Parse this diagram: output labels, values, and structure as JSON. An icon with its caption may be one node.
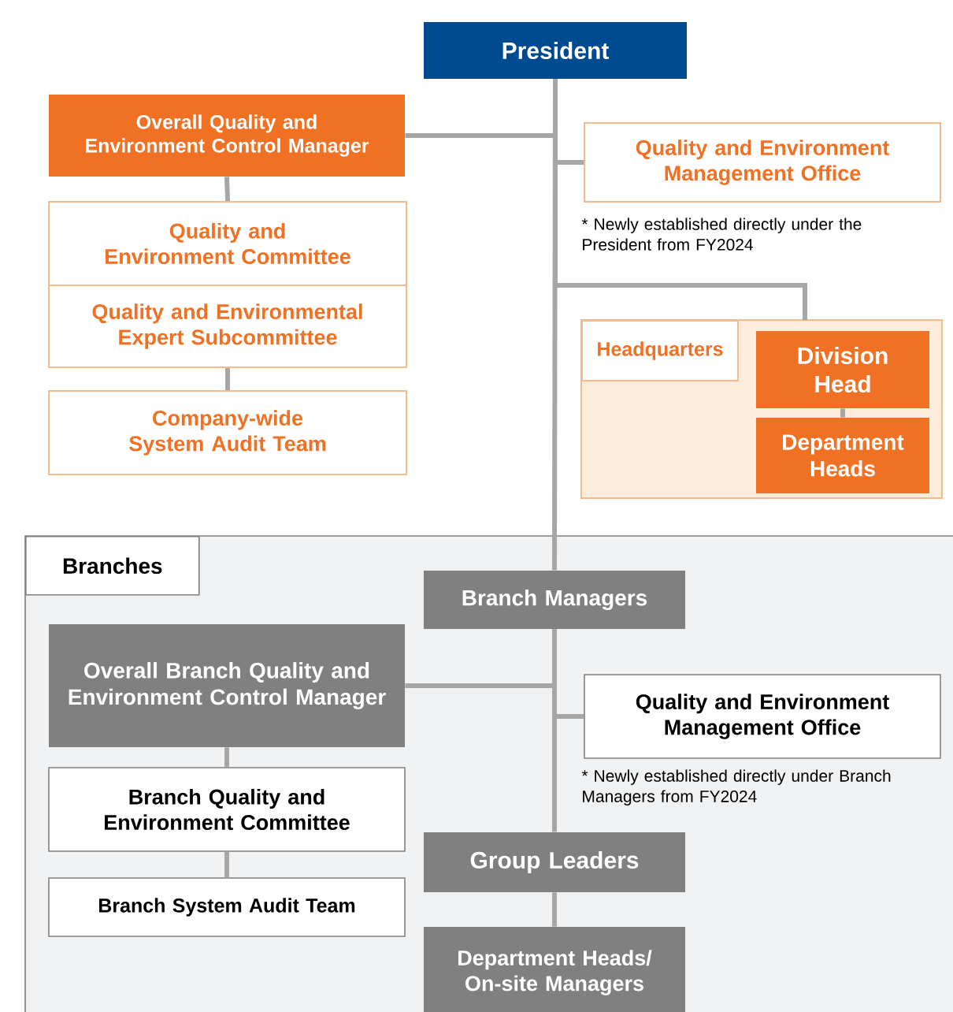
{
  "diagram": {
    "nodes": [
      {
        "text": [
          "President"
        ]
      },
      {
        "text": [
          "Overall Quality and Environment Control Manager"
        ]
      },
      {
        "text": [
          "Quality and Environment Committee"
        ]
      },
      {
        "text": [
          "Quality and Environmental Expert Subcommittee"
        ]
      },
      {
        "text": [
          "Company-wide System Audit Team"
        ]
      },
      {
        "text": [
          "Quality and Environment Management Office"
        ],
        "beside": [
          "* Newly established directly under the President from FY2024"
        ]
      },
      {
        "text": [
          "Headquarters"
        ]
      },
      {
        "text": [
          "Division Head"
        ],
        "in": 6
      },
      {
        "text": [
          "Department Heads"
        ],
        "in": 6
      },
      {
        "text": [
          "Branches"
        ]
      },
      {
        "text": [
          "Branch Managers"
        ],
        "in": 9
      },
      {
        "text": [
          "Overall Branch Quality and Environment Control Manager"
        ],
        "in": 9
      },
      {
        "text": [
          "Branch Quality and Environment Committee"
        ],
        "in": 9
      },
      {
        "text": [
          "Branch System Audit Team"
        ],
        "in": 9
      },
      {
        "text": [
          "Quality and Environment Management Office"
        ],
        "beside": [
          "* Newly established directly under Branch Managers from FY2024"
        ],
        "in": 9
      },
      {
        "text": [
          "Group Leaders"
        ],
        "in": 9
      },
      {
        "text": [
          "Department Heads/ On-site Managers"
        ],
        "in": 9
      }
    ],
    "edges": [
      {
        "from": 0,
        "to": 1,
        "arrow": "none"
      },
      {
        "from": 0,
        "to": 5,
        "arrow": "none"
      },
      {
        "from": 0,
        "to": 6,
        "arrow": "none"
      },
      {
        "from": 0,
        "to": 10,
        "arrow": "none"
      },
      {
        "from": 1,
        "to": 2,
        "arrow": "none"
      },
      {
        "from": 3,
        "to": 4,
        "arrow": "none"
      },
      {
        "from": 7,
        "to": 8,
        "arrow": "none"
      },
      {
        "from": 10,
        "to": 11,
        "arrow": "none"
      },
      {
        "from": 10,
        "to": 14,
        "arrow": "none"
      },
      {
        "from": 10,
        "to": 15,
        "arrow": "none"
      },
      {
        "from": 15,
        "to": 16,
        "arrow": "none"
      },
      {
        "from": 11,
        "to": 12,
        "arrow": "none"
      },
      {
        "from": 12,
        "to": 13,
        "arrow": "none"
      }
    ]
  }
}
